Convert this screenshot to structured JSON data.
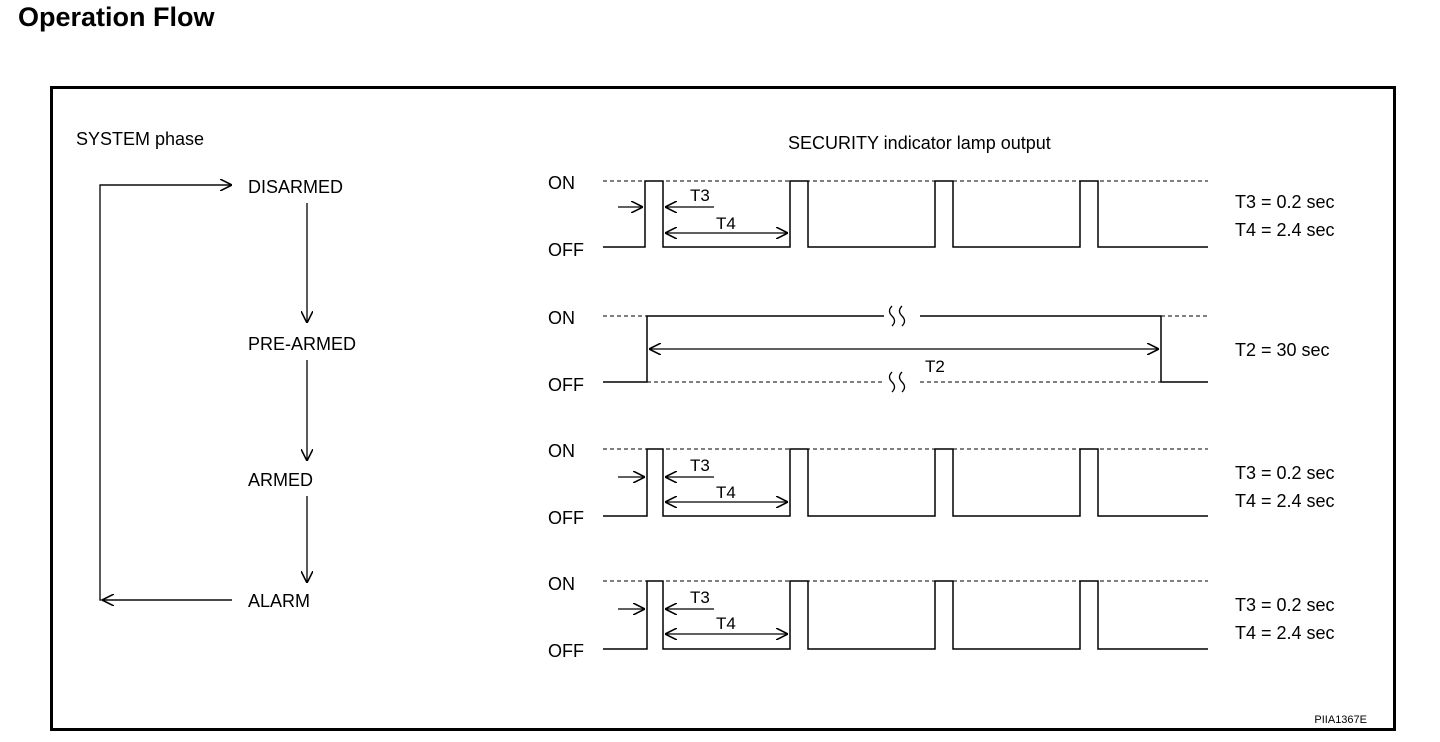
{
  "title": "Operation Flow",
  "system_phase": {
    "heading": "SYSTEM phase",
    "phases": [
      "DISARMED",
      "PRE-ARMED",
      "ARMED",
      "ALARM"
    ]
  },
  "lamp_output": {
    "heading": "SECURITY indicator lamp output",
    "on_label": "ON",
    "off_label": "OFF",
    "rows": [
      {
        "phase": "DISARMED",
        "pattern": "blink",
        "labels": [
          "T3",
          "T4"
        ],
        "notes": [
          "T3 = 0.2 sec",
          "T4 = 2.4 sec"
        ]
      },
      {
        "phase": "PRE-ARMED",
        "pattern": "continuous",
        "labels": [
          "T2"
        ],
        "notes": [
          "T2 = 30 sec"
        ]
      },
      {
        "phase": "ARMED",
        "pattern": "blink",
        "labels": [
          "T3",
          "T4"
        ],
        "notes": [
          "T3 = 0.2 sec",
          "T4 = 2.4 sec"
        ]
      },
      {
        "phase": "ALARM",
        "pattern": "blink",
        "labels": [
          "T3",
          "T4"
        ],
        "notes": [
          "T3 = 0.2 sec",
          "T4 = 2.4 sec"
        ]
      }
    ]
  },
  "figure_code": "PIIA1367E"
}
